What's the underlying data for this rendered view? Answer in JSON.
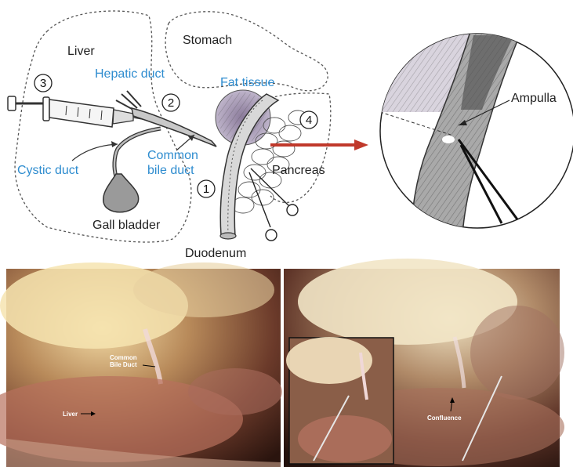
{
  "diagram": {
    "labels": {
      "liver": "Liver",
      "stomach": "Stomach",
      "hepatic_duct": "Hepatic duct",
      "fat_tissue": "Fat tissue",
      "ampulla": "Ampulla",
      "cystic_duct": "Cystic duct",
      "common_bile_duct_line1": "Common",
      "common_bile_duct_line2": "bile duct",
      "pancreas": "Pancreas",
      "gall_bladder": "Gall bladder",
      "duodenum": "Duodenum"
    },
    "markers": [
      "3",
      "2",
      "4",
      "1"
    ],
    "colors": {
      "label_blue": "#2e8ccf",
      "arrow_red": "#c0392b"
    }
  },
  "photos": {
    "left": {
      "label_cbd_line1": "Common",
      "label_cbd_line2": "Bile Duct",
      "label_liver": "Liver"
    },
    "right": {
      "label_confluence": "Confluence"
    }
  }
}
